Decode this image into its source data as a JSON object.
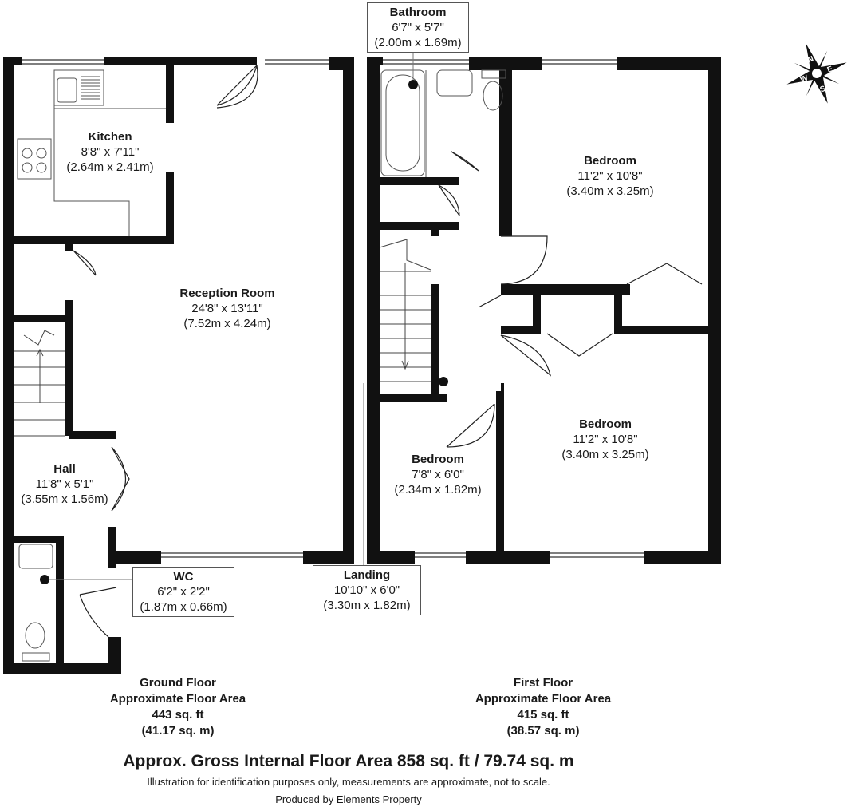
{
  "ground_floor": {
    "rooms": [
      {
        "id": "kitchen",
        "name": "Kitchen",
        "imperial": "8'8\" x 7'11\"",
        "metric": "(2.64m x 2.41m)"
      },
      {
        "id": "reception",
        "name": "Reception Room",
        "imperial": "24'8\" x 13'11\"",
        "metric": "(7.52m x 4.24m)"
      },
      {
        "id": "hall",
        "name": "Hall",
        "imperial": "11'8\" x 5'1\"",
        "metric": "(3.55m x 1.56m)"
      },
      {
        "id": "wc",
        "name": "WC",
        "imperial": "6'2\" x 2'2\"",
        "metric": "(1.87m x 0.66m)"
      }
    ],
    "summary": {
      "title": "Ground Floor",
      "line2": "Approximate Floor Area",
      "sqft": "443 sq. ft",
      "sqm": "(41.17 sq. m)"
    }
  },
  "first_floor": {
    "rooms": [
      {
        "id": "bathroom",
        "name": "Bathroom",
        "imperial": "6'7\" x 5'7\"",
        "metric": "(2.00m x 1.69m)"
      },
      {
        "id": "bedroom1",
        "name": "Bedroom",
        "imperial": "11'2\" x 10'8\"",
        "metric": "(3.40m x 3.25m)"
      },
      {
        "id": "bedroom2",
        "name": "Bedroom",
        "imperial": "11'2\" x 10'8\"",
        "metric": "(3.40m x 3.25m)"
      },
      {
        "id": "bedroom3",
        "name": "Bedroom",
        "imperial": "7'8\" x 6'0\"",
        "metric": "(2.34m x 1.82m)"
      },
      {
        "id": "landing",
        "name": "Landing",
        "imperial": "10'10\" x 6'0\"",
        "metric": "(3.30m x 1.82m)"
      }
    ],
    "summary": {
      "title": "First Floor",
      "line2": "Approximate Floor Area",
      "sqft": "415 sq. ft",
      "sqm": "(38.57 sq. m)"
    }
  },
  "gross_area": "Approx. Gross Internal Floor Area 858 sq. ft / 79.74 sq. m",
  "disclaimer": "Illustration for identification purposes only, measurements are approximate, not to scale.",
  "produced_by": "Produced by Elements Property",
  "compass": {
    "letters": [
      "N",
      "E",
      "S",
      "W"
    ]
  },
  "colors": {
    "wall": "#111111",
    "fixture": "#555555"
  }
}
